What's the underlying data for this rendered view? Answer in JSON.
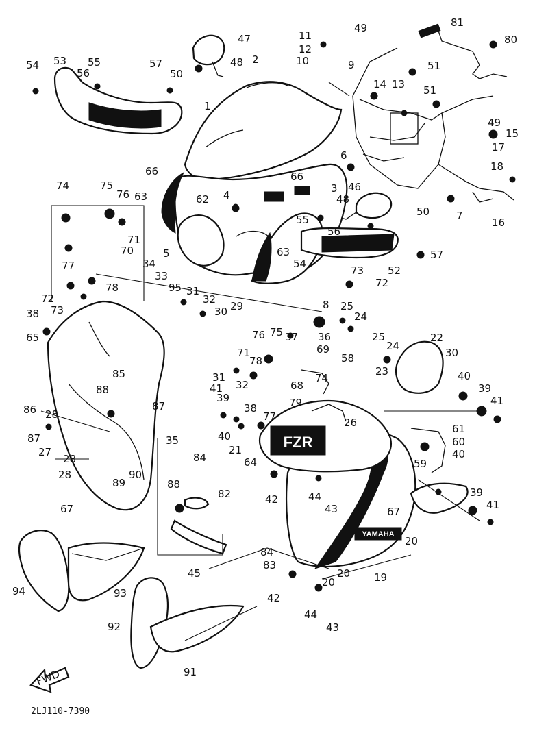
{
  "diagram": {
    "code": "2LJ110-7390",
    "fwd_text": "FWD",
    "badge_fzr": "FZR",
    "badge_yamaha": "YAMAHA",
    "labels": {
      "n1": "1",
      "n2": "2",
      "n3": "3",
      "n4": "4",
      "n5": "5",
      "n6": "6",
      "n7": "7",
      "n8": "8",
      "n9": "9",
      "n10": "10",
      "n11": "11",
      "n12": "12",
      "n13": "13",
      "n14": "14",
      "n15": "15",
      "n16": "16",
      "n17": "17",
      "n18": "18",
      "n19": "19",
      "n20": "20",
      "n21": "21",
      "n22": "22",
      "n23": "23",
      "n24": "24",
      "n25": "25",
      "n26": "26",
      "n27": "27",
      "n28": "28",
      "n29": "29",
      "n30": "30",
      "n31": "31",
      "n32": "32",
      "n33": "33",
      "n34": "34",
      "n35": "35",
      "n36": "36",
      "n37": "37",
      "n38": "38",
      "n39": "39",
      "n40": "40",
      "n41": "41",
      "n42": "42",
      "n43": "43",
      "n44": "44",
      "n45": "45",
      "n46": "46",
      "n47": "47",
      "n48": "48",
      "n49": "49",
      "n50": "50",
      "n51": "51",
      "n52": "52",
      "n53": "53",
      "n54": "54",
      "n55": "55",
      "n56": "56",
      "n57": "57",
      "n58": "58",
      "n59": "59",
      "n60": "60",
      "n61": "61",
      "n62": "62",
      "n63": "63",
      "n64": "64",
      "n65": "65",
      "n66": "66",
      "n67": "67",
      "n68": "68",
      "n69": "69",
      "n70": "70",
      "n71": "71",
      "n72": "72",
      "n73": "73",
      "n74": "74",
      "n75": "75",
      "n76": "76",
      "n77": "77",
      "n78": "78",
      "n79": "79",
      "n80": "80",
      "n81": "81",
      "n82": "82",
      "n83": "83",
      "n84": "84",
      "n85": "85",
      "n86": "86",
      "n87": "87",
      "n88": "88",
      "n89": "89",
      "n90": "90",
      "n91": "91",
      "n92": "92",
      "n93": "93",
      "n94": "94",
      "n95": "95"
    }
  }
}
